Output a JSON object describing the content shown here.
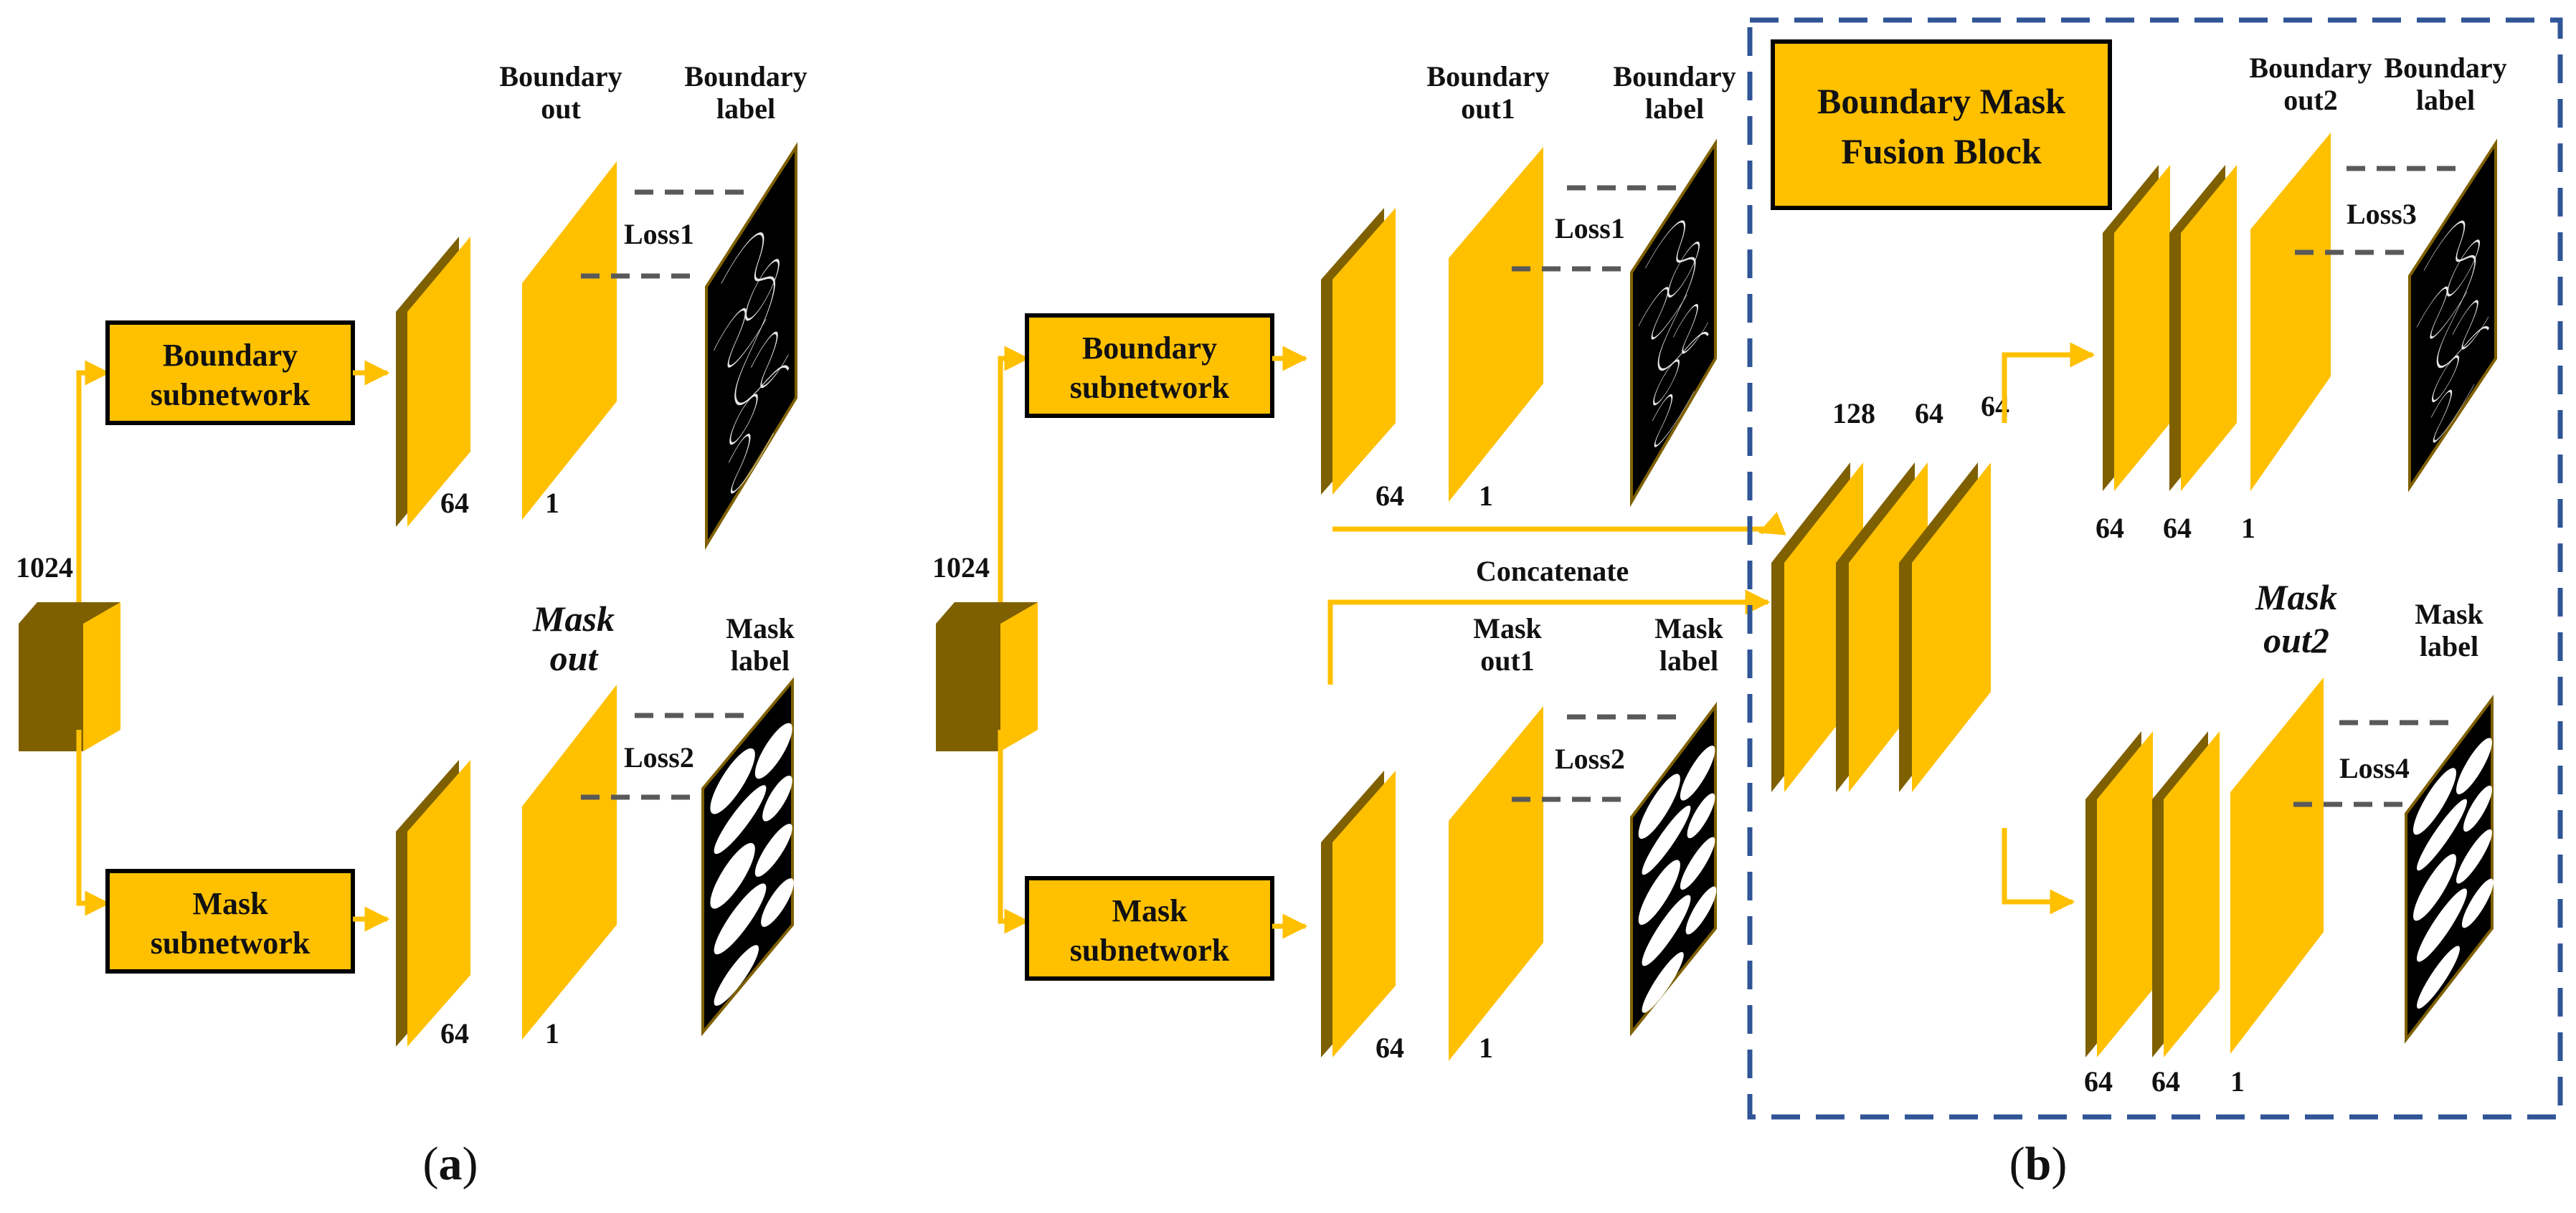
{
  "colors": {
    "plane_face": "#FFC000",
    "plane_edge": "#7F6000",
    "box_fill": "#FFC000",
    "box_border": "#000000",
    "arrow": "#FFC000",
    "loss_dash": "#595959",
    "fusion_border": "#2F5597",
    "label_bg": "#000000",
    "label_line": "#FFFFFF"
  },
  "icons": {
    "boundary_label": "boundary-map-image",
    "mask_label": "mask-map-image"
  },
  "panel_a": {
    "caption_open": "(",
    "caption_letter": "a",
    "caption_close": ")",
    "input_channels": "1024",
    "boundary_subnetwork": [
      "Boundary",
      "subnetwork"
    ],
    "mask_subnetwork": [
      "Mask",
      "subnetwork"
    ],
    "boundary_out": [
      "Boundary",
      "out"
    ],
    "boundary_label": [
      "Boundary",
      "label"
    ],
    "mask_out": [
      "Mask",
      "out"
    ],
    "mask_label": [
      "Mask",
      "label"
    ],
    "loss1": "Loss1",
    "loss2": "Loss2",
    "ch_64": "64",
    "ch_1": "1"
  },
  "panel_b": {
    "caption_open": "(",
    "caption_letter": "b",
    "caption_close": ")",
    "input_channels": "1024",
    "boundary_subnetwork": [
      "Boundary",
      "subnetwork"
    ],
    "mask_subnetwork": [
      "Mask",
      "subnetwork"
    ],
    "boundary_out1": [
      "Boundary",
      "out1"
    ],
    "boundary_label": [
      "Boundary",
      "label"
    ],
    "mask_out1": [
      "Mask",
      "out1"
    ],
    "mask_label": [
      "Mask",
      "label"
    ],
    "loss1": "Loss1",
    "loss2": "Loss2",
    "concatenate": "Concatenate",
    "ch_64": "64",
    "ch_1": "1",
    "fusion_block": {
      "title": [
        "Boundary Mask",
        "Fusion Block"
      ],
      "ch_128": "128",
      "ch_64a": "64",
      "ch_64b": "64",
      "boundary_out2": [
        "Boundary",
        "out2"
      ],
      "boundary_label": [
        "Boundary",
        "label"
      ],
      "mask_out2": [
        "Mask",
        "out2"
      ],
      "mask_label": [
        "Mask",
        "label"
      ],
      "loss3": "Loss3",
      "loss4": "Loss4",
      "ch_64": "64",
      "ch_1": "1"
    }
  }
}
